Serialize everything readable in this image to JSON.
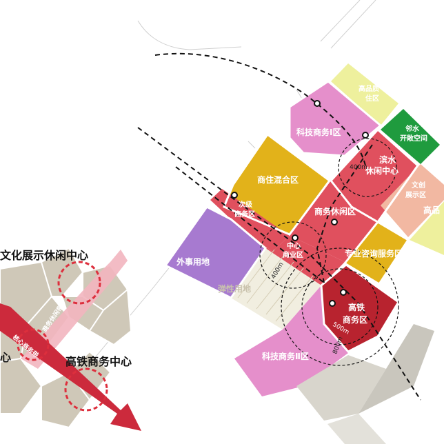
{
  "zones": {
    "keji_top": "科技商务Ⅰ区",
    "gaopin_zhi_1": "高品质",
    "gaopin_zhi_2": "住区",
    "linshui_1": "邻水",
    "linshui_2": "开敞空间",
    "binshui_1": "滨水",
    "binshui_2": "休闲中心",
    "shangzhu": "商住混合区",
    "wenchuang_1": "文创",
    "wenchuang_2": "展示区",
    "gaopin_right": "高品",
    "shangwu_xiuxian": "商务休闲区",
    "ciji_1": "次级",
    "ciji_2": "商务区",
    "zhongxin_1": "中心",
    "zhongxin_2": "商业区",
    "zhuanye": "专业咨询服务区",
    "waishi": "外事用地",
    "tanxing": "弹性用地",
    "gaotie_1": "高铁",
    "gaotie_2": "商务区",
    "keji_bottom": "科技商务Ⅱ区"
  },
  "radius_labels": {
    "r400_top": "400m",
    "r400_mid": "400m",
    "r500": "500m",
    "r800": "800m"
  },
  "overview": {
    "label_top": "文化展示休闲中心",
    "label_bottom": "高铁商务中心",
    "label_left": "心",
    "band_1": "商务休闲带",
    "band_2": "核心商务带"
  },
  "colors": {
    "red": "#e0505e",
    "dark_red": "#b8232f",
    "gold": "#e2b21a",
    "pink": "#e58fcb",
    "purple": "#a77ad0",
    "light_yellow": "#eef09d",
    "green": "#1f9b3e",
    "peach": "#f2b8a2",
    "grey_block": "#d8d5cc"
  }
}
